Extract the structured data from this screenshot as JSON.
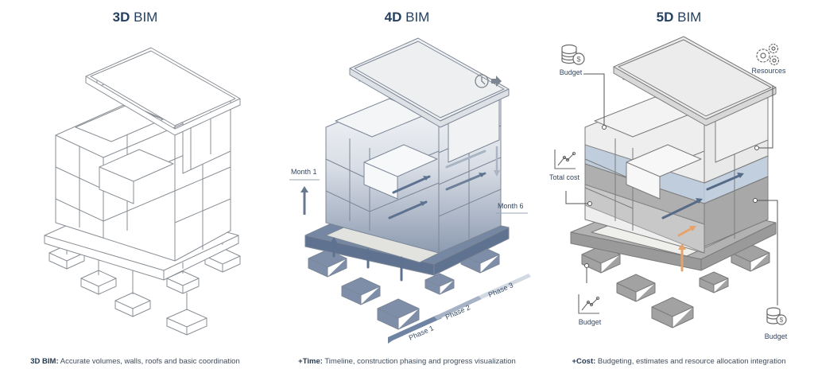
{
  "panels": [
    {
      "id": "3d",
      "title_bold": "3D",
      "title_rest": " BIM",
      "caption_bold": "3D BIM:",
      "caption_text": " Accurate volumes, walls, roofs and basic coordination"
    },
    {
      "id": "4d",
      "title_bold": "4D",
      "title_rest": " BIM",
      "caption_bold": "+Time:",
      "caption_text": " Timeline, construction phasing and progress visualization",
      "labels": {
        "month_start": "Month 1",
        "month_end": "Month 6",
        "phases": [
          "Phase 1",
          "Phase 2",
          "Phase 3"
        ]
      },
      "icons": [
        "clock-icon",
        "arrow-right-icon"
      ],
      "colors": {
        "accent": "#5d7190",
        "light": "#c9d2dd"
      }
    },
    {
      "id": "5d",
      "title_bold": "5D",
      "title_rest": " BIM",
      "caption_bold": "+Cost:",
      "caption_text": " Budgeting, estimates and resource allocation integration",
      "labels": {
        "budget_top": "Budget",
        "resources": "Resources",
        "total_cost": "Total cost",
        "budget_bottom_left": "Budget",
        "budget_bottom_right": "Budget"
      },
      "icons": [
        "coins-dollar-icon",
        "gears-icon",
        "line-chart-icon"
      ],
      "colors": {
        "blue_band": "#b9c9dc",
        "grey": "#9a9a9a",
        "orange": "#e8a36a"
      }
    }
  ]
}
